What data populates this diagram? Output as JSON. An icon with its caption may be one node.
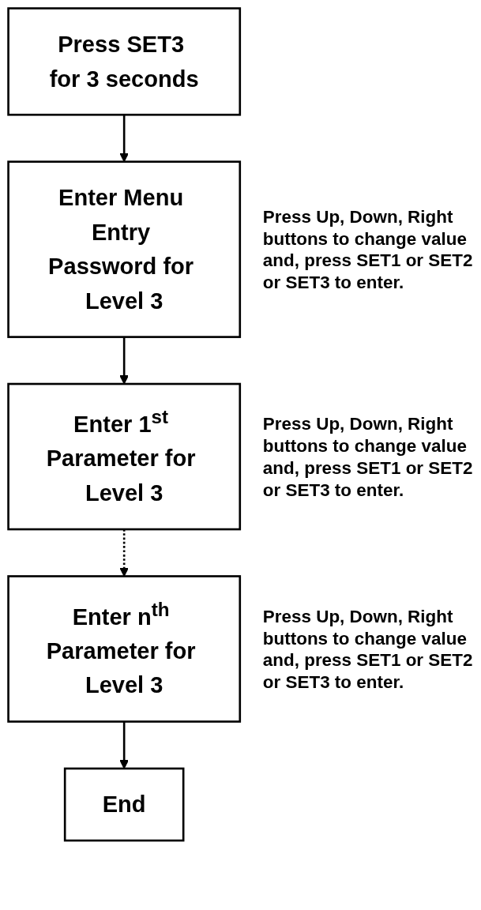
{
  "diagram": {
    "nodes": [
      {
        "text": [
          "Press SET3 for 3 seconds"
        ]
      },
      {
        "text": [
          "Enter Menu Entry Password for Level 3"
        ],
        "beside": [
          "Press Up, Down, Right buttons to change value and, press SET1 or SET2 or SET3 to enter."
        ]
      },
      {
        "text": [
          "Enter 1$^{st}$ Parameter for Level 3"
        ],
        "beside": [
          "Press Up, Down, Right buttons to change value and, press SET1 or SET2 or SET3 to enter."
        ]
      },
      {
        "text": [
          "Enter n$^{th}$ Parameter for Level 3"
        ],
        "beside": [
          "Press Up, Down, Right buttons to change value and, press SET1 or SET2 or SET3 to enter."
        ]
      },
      {
        "text": [
          "End"
        ]
      }
    ],
    "edges": [
      {
        "from": 0,
        "to": 1,
        "arrow": "to"
      },
      {
        "from": 1,
        "to": 2,
        "arrow": "to"
      },
      {
        "from": 2,
        "to": 3,
        "arrow": "to",
        "style": "dashed"
      },
      {
        "from": 3,
        "to": 4,
        "arrow": "to"
      }
    ]
  }
}
